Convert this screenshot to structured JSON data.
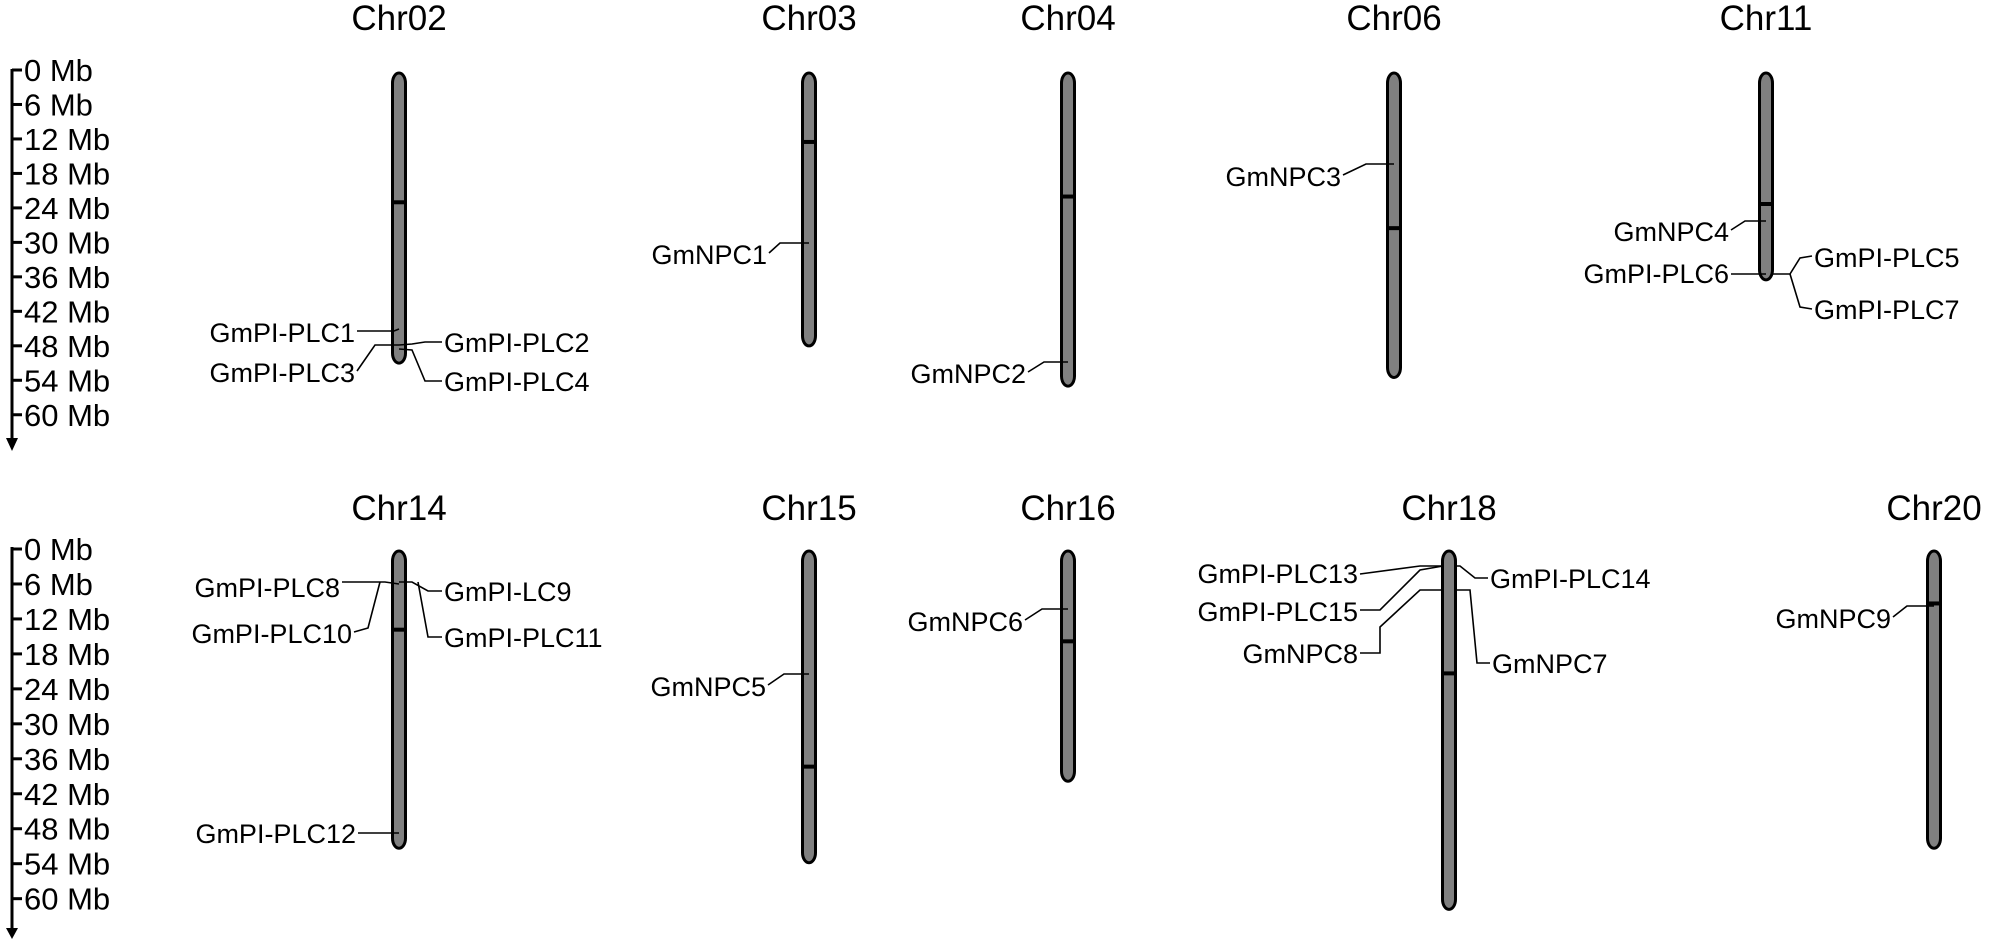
{
  "colors": {
    "chromosome_fill": "#808080",
    "chromosome_stroke": "#000000",
    "line": "#000000",
    "background": "#ffffff"
  },
  "scale": {
    "unit": "Mb",
    "max_mb": 60,
    "labels": [
      "0 Mb",
      "6 Mb",
      "12 Mb",
      "18 Mb",
      "24 Mb",
      "30 Mb",
      "36 Mb",
      "42 Mb",
      "48 Mb",
      "54 Mb",
      "60 Mb"
    ]
  },
  "rows": [
    {
      "chromosomes": [
        {
          "name": "Chr02",
          "length_mb": 50.5,
          "centromere_mb": 22.5,
          "genes": [
            {
              "label": "GmPI-PLC1",
              "pos_mb": 44.0,
              "side": "left"
            },
            {
              "label": "GmPI-PLC3",
              "pos_mb": 46.3,
              "side": "left"
            },
            {
              "label": "GmPI-PLC2",
              "pos_mb": 46.3,
              "side": "right"
            },
            {
              "label": "GmPI-PLC4",
              "pos_mb": 47.0,
              "side": "right"
            }
          ]
        },
        {
          "name": "Chr03",
          "length_mb": 47.5,
          "centromere_mb": 12.0,
          "genes": [
            {
              "label": "GmNPC1",
              "pos_mb": 28.8,
              "side": "left"
            }
          ]
        },
        {
          "name": "Chr04",
          "length_mb": 54.5,
          "centromere_mb": 21.5,
          "genes": [
            {
              "label": "GmNPC2",
              "pos_mb": 49.5,
              "side": "left"
            }
          ]
        },
        {
          "name": "Chr06",
          "length_mb": 53.0,
          "centromere_mb": 27.0,
          "genes": [
            {
              "label": "GmNPC3",
              "pos_mb": 15.0,
              "side": "left"
            }
          ]
        },
        {
          "name": "Chr11",
          "length_mb": 36.0,
          "centromere_mb": 22.8,
          "genes": [
            {
              "label": "GmNPC4",
              "pos_mb": 24.5,
              "side": "left"
            },
            {
              "label": "GmPI-PLC6",
              "pos_mb": 33.2,
              "side": "left"
            },
            {
              "label": "GmPI-PLC5",
              "pos_mb": 33.2,
              "side": "right"
            },
            {
              "label": "GmPI-PLC7",
              "pos_mb": 33.2,
              "side": "right"
            }
          ]
        }
      ]
    },
    {
      "chromosomes": [
        {
          "name": "Chr14",
          "length_mb": 51.0,
          "centromere_mb": 13.5,
          "genes": [
            {
              "label": "GmPI-PLC8",
              "pos_mb": 4.8,
              "side": "left"
            },
            {
              "label": "GmPI-PLC10",
              "pos_mb": 4.8,
              "side": "left"
            },
            {
              "label": "GmPI-LC9",
              "pos_mb": 4.8,
              "side": "right"
            },
            {
              "label": "GmPI-PLC11",
              "pos_mb": 4.8,
              "side": "right"
            },
            {
              "label": "GmPI-PLC12",
              "pos_mb": 48.0,
              "side": "left"
            }
          ]
        },
        {
          "name": "Chr15",
          "length_mb": 53.5,
          "centromere_mb": 37.0,
          "genes": [
            {
              "label": "GmNPC5",
              "pos_mb": 20.4,
              "side": "left"
            }
          ]
        },
        {
          "name": "Chr16",
          "length_mb": 39.5,
          "centromere_mb": 15.5,
          "genes": [
            {
              "label": "GmNPC6",
              "pos_mb": 9.5,
              "side": "left"
            }
          ]
        },
        {
          "name": "Chr18",
          "length_mb": 61.5,
          "centromere_mb": 21.0,
          "genes": [
            {
              "label": "GmPI-PLC13",
              "pos_mb": 1.0,
              "side": "left"
            },
            {
              "label": "GmPI-PLC15",
              "pos_mb": 1.0,
              "side": "left"
            },
            {
              "label": "GmNPC8",
              "pos_mb": 6.3,
              "side": "left"
            },
            {
              "label": "GmPI-PLC14",
              "pos_mb": 1.0,
              "side": "right"
            },
            {
              "label": "GmNPC7",
              "pos_mb": 6.3,
              "side": "right"
            }
          ]
        },
        {
          "name": "Chr20",
          "length_mb": 51.0,
          "centromere_mb": 9.0,
          "genes": [
            {
              "label": "GmNPC9",
              "pos_mb": 7.7,
              "side": "left"
            }
          ]
        }
      ]
    }
  ]
}
